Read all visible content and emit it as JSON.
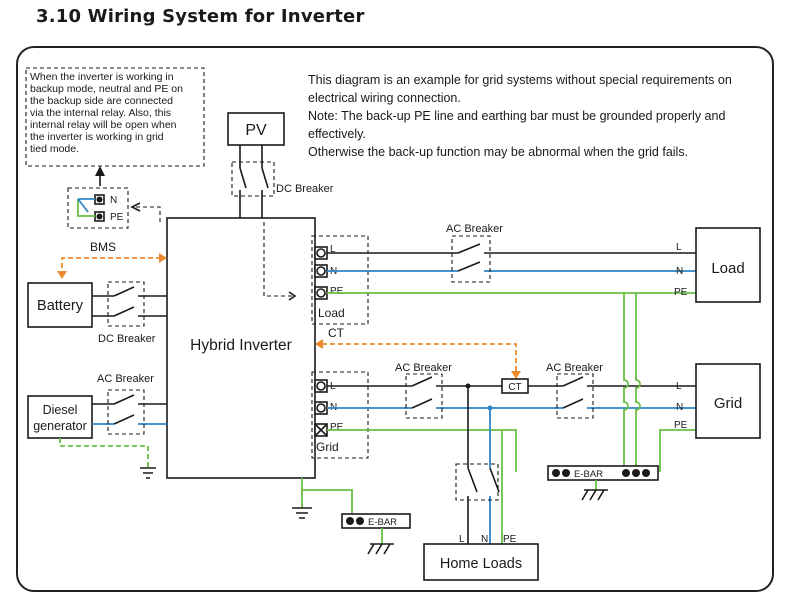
{
  "title": "3.10 Wiring System for Inverter",
  "relay_note": [
    "When the inverter is working in",
    "backup mode, neutral and PE on",
    "the backup side are connected",
    "via the internal relay. Also, this",
    "internal relay will be open when",
    "the inverter is working in grid",
    "tied mode."
  ],
  "description": [
    "This diagram is an example for grid systems without special requirements on",
    "electrical wiring connection.",
    "Note: The back-up PE line and earthing bar must be grounded properly and",
    "effectively.",
    "Otherwise the back-up function may be abnormal when the grid fails."
  ],
  "components": {
    "pv": "PV",
    "battery": "Battery",
    "diesel_line1": "Diesel",
    "diesel_line2": "generator",
    "inverter": "Hybrid Inverter",
    "load": "Load",
    "grid": "Grid",
    "home_loads": "Home Loads",
    "ct": "CT"
  },
  "labels": {
    "dc_breaker": "DC Breaker",
    "ac_breaker": "AC Breaker",
    "bms": "BMS",
    "ct_signal": "CT",
    "e_bar": "E-BAR",
    "relay_n": "N",
    "relay_pe": "PE",
    "load_port": "Load",
    "grid_port": "Grid",
    "l": "L",
    "n": "N",
    "pe": "PE"
  },
  "colors": {
    "neutral": "#2f86c8",
    "earth": "#6abf45",
    "signal": "#ea8a2c",
    "line": "#1a1a1a"
  }
}
